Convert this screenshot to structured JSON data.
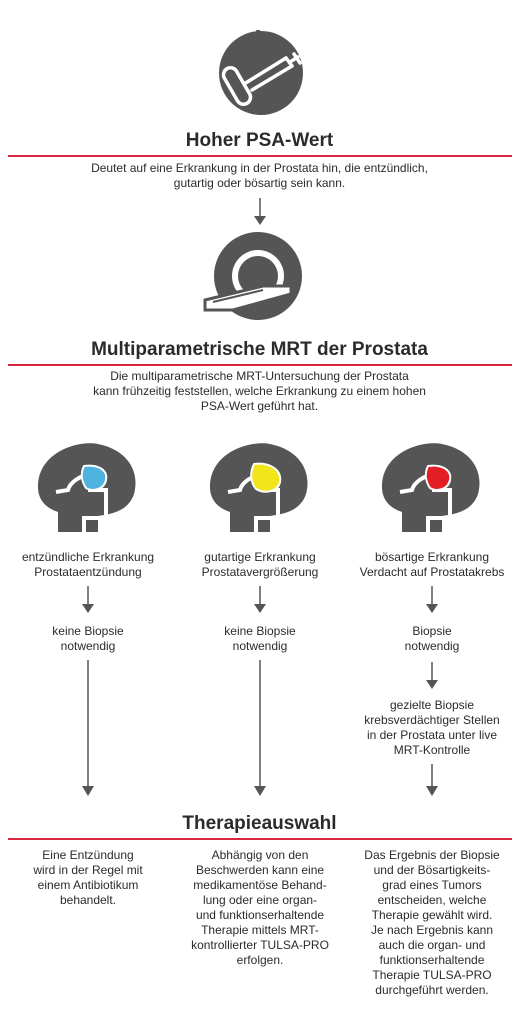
{
  "step1": {
    "title": "Hoher PSA-Wert",
    "description": "Deutet auf eine Erkrankung in der Prostata hin, die entzündlich,\ngutartig oder bösartig sein kann."
  },
  "step2": {
    "title": "Multiparametrische MRT der Prostata",
    "description": "Die multiparametrische MRT-Untersuchung der Prostata\nkann frühzeitig feststellen, welche Erkrankung zu einem hohen\nPSA-Wert geführt hat."
  },
  "colors": {
    "accent_line": "#d7263d",
    "icon_gray": "#555555",
    "inflammatory": "#4fb3e0",
    "benign": "#f2e51c",
    "malignant": "#e31e24"
  },
  "branches": [
    {
      "diagnosis": "entzündliche Erkrankung\nProstataentzündung",
      "biopsy": "keine Biopsie\nnotwendig",
      "extra": ""
    },
    {
      "diagnosis": "gutartige Erkrankung\nProstatavergrößerung",
      "biopsy": "keine Biopsie\nnotwendig",
      "extra": ""
    },
    {
      "diagnosis": "bösartige Erkrankung\nVerdacht auf Prostatakrebs",
      "biopsy": "Biopsie\nnotwendig",
      "extra": "gezielte Biopsie\nkrebsverdächtiger Stellen\nin der Prostata unter live\nMRT-Kontrolle"
    }
  ],
  "step3": {
    "title": "Therapieauswahl",
    "columns": [
      "Eine Entzündung\nwird in der Regel mit\neinem Antibiotikum\nbehandelt.",
      "Abhängig von den\nBeschwerden kann eine\nmedikamentöse Behand-\nlung oder eine organ-\nund funktionserhaltende\nTherapie mittels MRT-\nkontrollierter TULSA-PRO\nerfolgen.",
      "Das Ergebnis der Biopsie\nund der Bösartigkeits-\ngrad eines Tumors\nentscheiden, welche\nTherapie gewählt wird.\nJe nach Ergebnis kann\nauch die organ- und\nfunktionserhaltende\nTherapie TULSA-PRO\ndurchgeführt werden."
    ]
  }
}
